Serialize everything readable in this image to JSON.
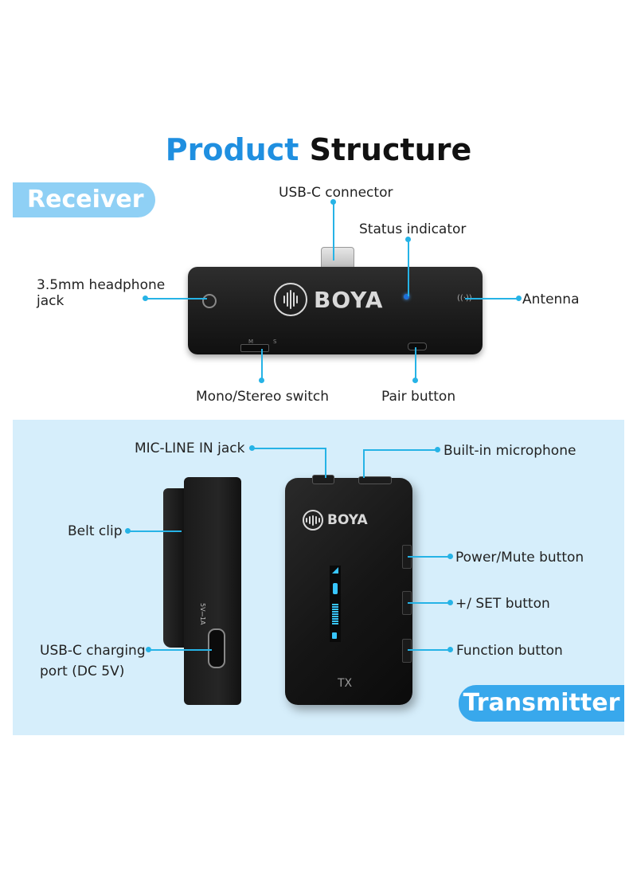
{
  "title": {
    "accent": "Product",
    "rest": "Structure"
  },
  "receiver": {
    "tag": "Receiver",
    "brand": "BOYA",
    "labels": {
      "usb_c_connector": "USB-C connector",
      "status_indicator": "Status indicator",
      "headphone_jack_line1": "3.5mm headphone",
      "headphone_jack_line2": "jack",
      "antenna": "Antenna",
      "mono_stereo_switch": "Mono/Stereo switch",
      "pair_button": "Pair button"
    },
    "switch_marks": {
      "m": "M",
      "s": "S"
    }
  },
  "transmitter": {
    "tag": "Transmitter",
    "brand": "BOYA",
    "model": "TX",
    "port_marking": "5V⎓1A",
    "labels": {
      "mic_line_in": "MIC-LINE IN jack",
      "builtin_mic": "Built-in microphone",
      "belt_clip": "Belt clip",
      "power_mute": "Power/Mute button",
      "set_button": "+/ SET button",
      "function_button": "Function button",
      "usb_c_charging_line1": "USB-C charging",
      "usb_c_charging_line2": "port (DC 5V)"
    }
  },
  "colors": {
    "accent": "#1f8fe0",
    "line": "#26b3e6",
    "panel": "#d6eefb",
    "tag_light": "#8fd0f5",
    "tag_dark": "#38a8ec"
  }
}
